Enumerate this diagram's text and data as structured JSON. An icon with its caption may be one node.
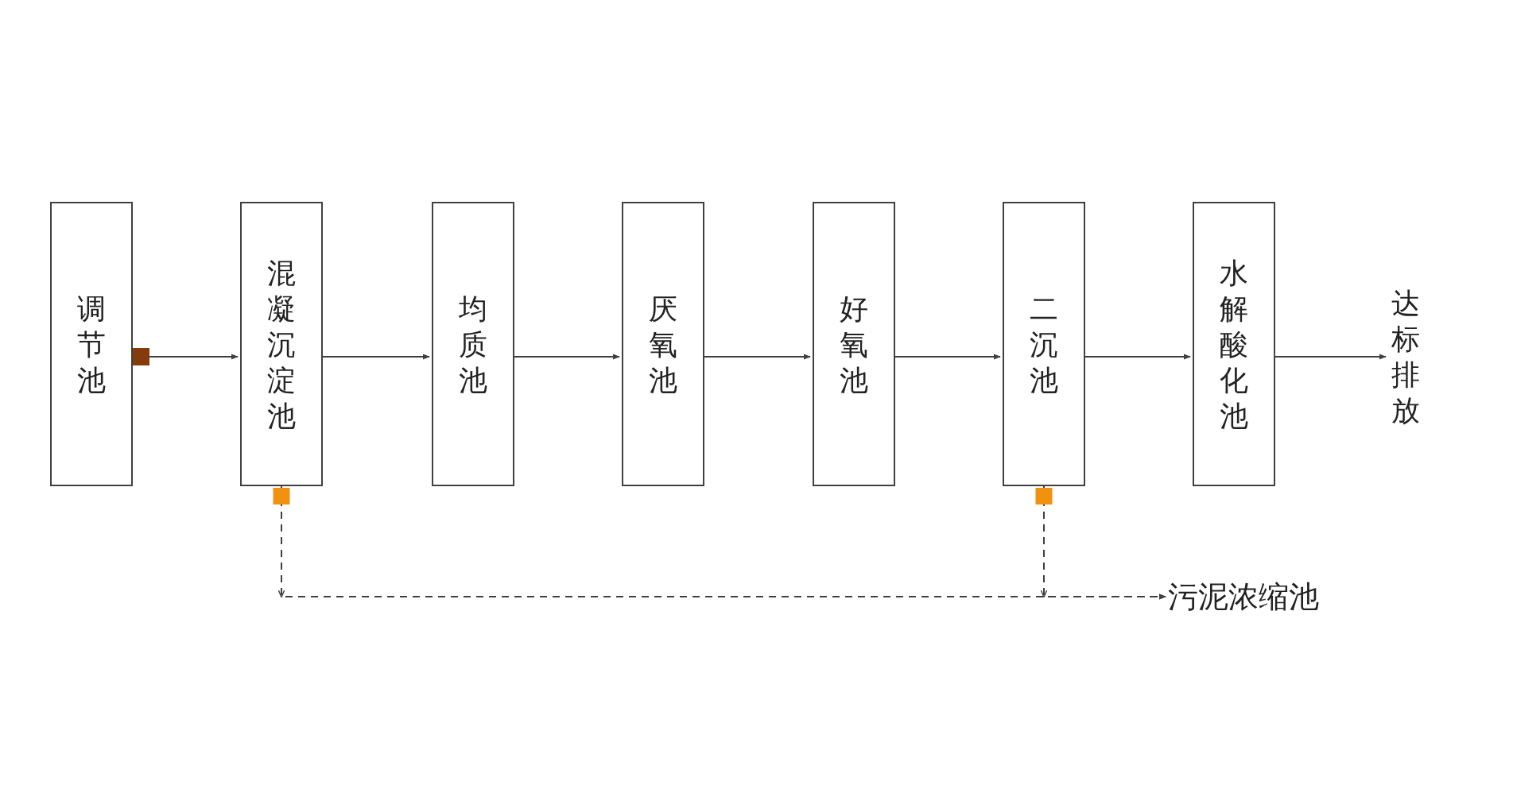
{
  "diagram": {
    "nodes": [
      {
        "text": [
          "调节池"
        ]
      },
      {
        "text": [
          "混凝沉淀池"
        ]
      },
      {
        "text": [
          "均质池"
        ]
      },
      {
        "text": [
          "厌氧池"
        ]
      },
      {
        "text": [
          "好氧池"
        ]
      },
      {
        "text": [
          "二沉池"
        ]
      },
      {
        "text": [
          "水解酸化池"
        ]
      },
      {
        "text": [
          "达标排放"
        ]
      },
      {
        "text": [
          "污泥浓缩池"
        ]
      }
    ],
    "edges": [
      {
        "from": 0,
        "to": 1,
        "arrow": "to"
      },
      {
        "from": 1,
        "to": 2,
        "arrow": "to"
      },
      {
        "from": 2,
        "to": 3,
        "arrow": "to"
      },
      {
        "from": 3,
        "to": 4,
        "arrow": "to"
      },
      {
        "from": 4,
        "to": 5,
        "arrow": "to"
      },
      {
        "from": 5,
        "to": 6,
        "arrow": "to"
      },
      {
        "from": 6,
        "to": 7,
        "arrow": "to"
      },
      {
        "from": 1,
        "to": 8,
        "arrow": "to",
        "style": "dashed"
      },
      {
        "from": 5,
        "to": 8,
        "arrow": "to",
        "style": "dashed"
      }
    ]
  }
}
